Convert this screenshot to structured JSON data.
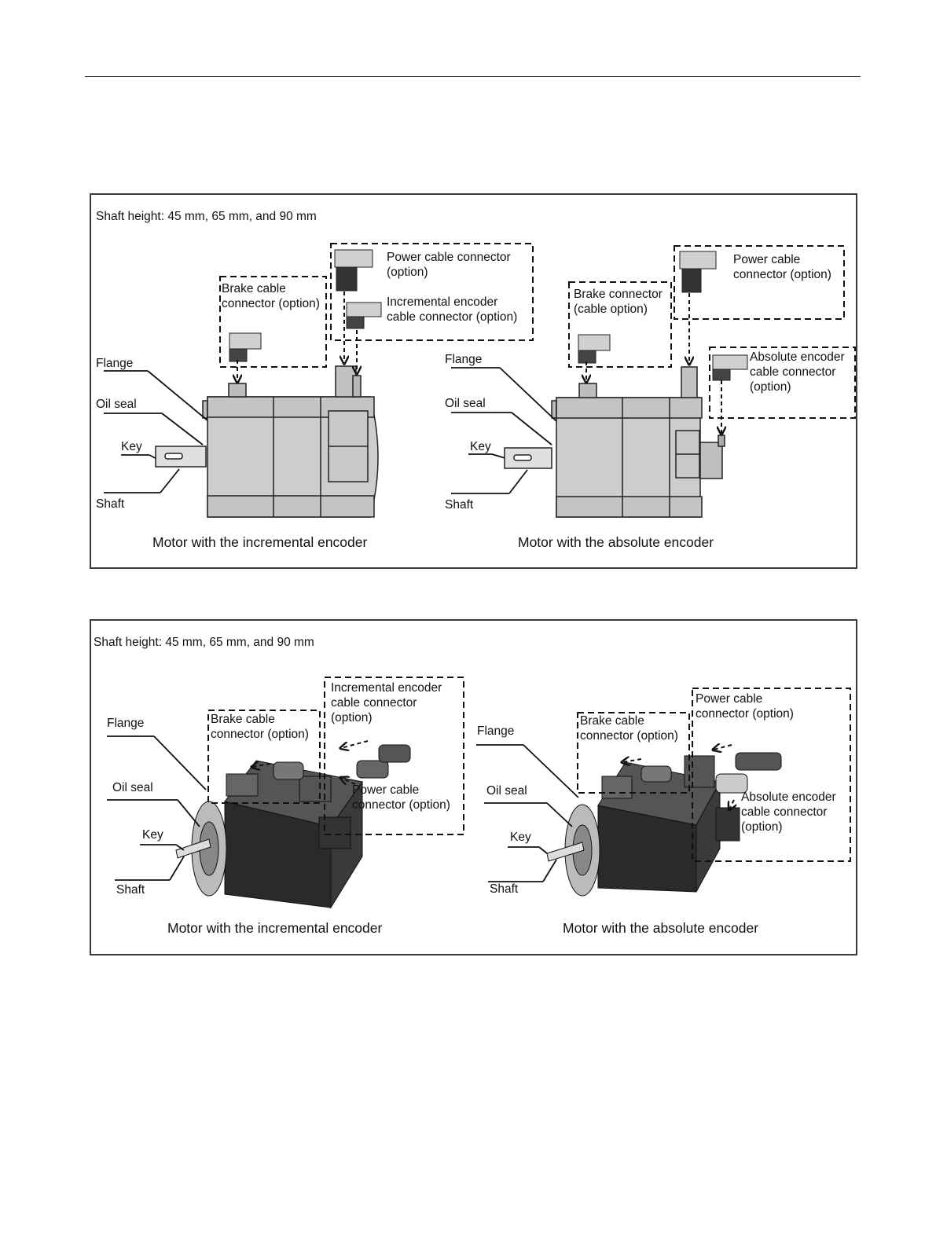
{
  "panel1": {
    "title": "Shaft height: 45 mm, 65 mm, and 90 mm",
    "left": {
      "brake_line1": "Brake cable",
      "brake_line2": "connector (option)",
      "power_line1": "Power cable connector",
      "power_line2": "(option)",
      "incr_line1": "Incremental encoder",
      "incr_line2": "cable connector (option)",
      "flange": "Flange",
      "oil_seal": "Oil seal",
      "key": "Key",
      "shaft": "Shaft",
      "caption": "Motor with the incremental encoder"
    },
    "right": {
      "brake_line1": "Brake connector",
      "brake_line2": "(cable option)",
      "power_line1": "Power cable",
      "power_line2": "connector (option)",
      "abs_line1": "Absolute encoder",
      "abs_line2": "cable connector",
      "abs_line3": "(option)",
      "flange": "Flange",
      "oil_seal": "Oil seal",
      "key": "Key",
      "shaft": "Shaft",
      "caption": "Motor with the absolute encoder"
    }
  },
  "panel2": {
    "title": "Shaft height: 45 mm, 65 mm, and 90 mm",
    "left": {
      "incr_line1": "Incremental encoder",
      "incr_line2": "cable connector",
      "incr_line3": "(option)",
      "brake_line1": "Brake cable",
      "brake_line2": "connector (option)",
      "power_line1": "Power cable",
      "power_line2": "connector (option)",
      "flange": "Flange",
      "oil_seal": "Oil seal",
      "key": "Key",
      "shaft": "Shaft",
      "caption": "Motor with the incremental encoder"
    },
    "right": {
      "power_line1": "Power cable",
      "power_line2": "connector (option)",
      "brake_line1": "Brake cable",
      "brake_line2": "connector (option)",
      "abs_line1": "Absolute encoder",
      "abs_line2": "cable connector",
      "abs_line3": "(option)",
      "flange": "Flange",
      "oil_seal": "Oil seal",
      "key": "Key",
      "shaft": "Shaft",
      "caption": "Motor with the absolute encoder"
    }
  }
}
